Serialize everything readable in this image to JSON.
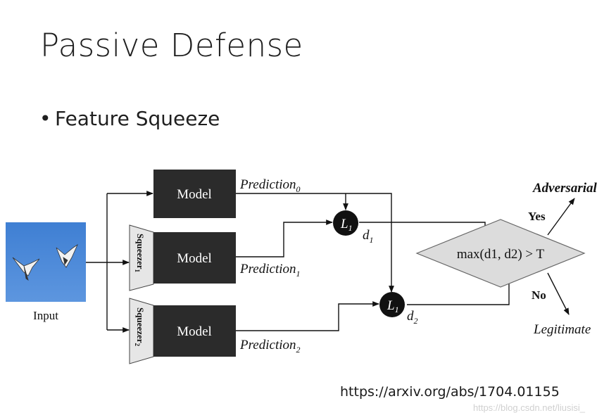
{
  "slide": {
    "title": "Passive Defense",
    "bullet": "Feature Squeeze",
    "source_url": "https://arxiv.org/abs/1704.01155",
    "watermark": "https://blog.csdn.net/liusisi_"
  },
  "diagram": {
    "input_label": "Input",
    "model_label": "Model",
    "squeezer_1": "Squeezer",
    "squeezer_1_sub": "1",
    "squeezer_2": "Squeezer",
    "squeezer_2_sub": "2",
    "prediction_0": "Prediction",
    "prediction_0_sub": "0",
    "prediction_1": "Prediction",
    "prediction_1_sub": "1",
    "prediction_2": "Prediction",
    "prediction_2_sub": "2",
    "l1": "L",
    "l1_sub": "1",
    "d1": "d",
    "d1_sub": "1",
    "d2": "d",
    "d2_sub": "2",
    "decision": "max(d1, d2) > T",
    "yes_label": "Yes",
    "no_label": "No",
    "adversarial_label": "Adversarial",
    "legitimate_label": "Legitimate"
  },
  "colors": {
    "model_box": "#2b2b2b",
    "squeezer_fill": "#e6e6e6",
    "diamond_fill": "#dcdcdc",
    "sky": "#4a86d6"
  }
}
